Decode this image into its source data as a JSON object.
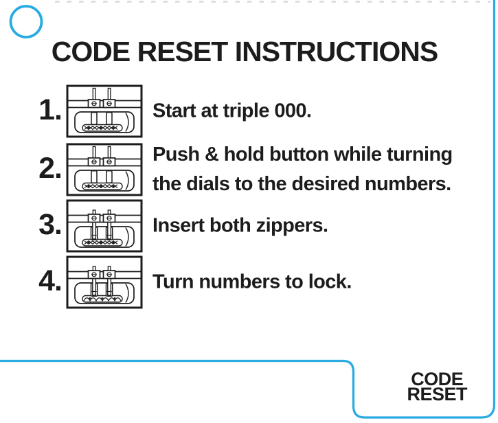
{
  "card": {
    "title": "CODE RESET INSTRUCTIONS",
    "brand_mark": {
      "line1": "CODE",
      "line2": "RESET"
    }
  },
  "steps": [
    {
      "number": "1.",
      "lines": [
        "Start at triple 000."
      ],
      "icon": "lock-dials-at-000"
    },
    {
      "number": "2.",
      "lines": [
        "Push & hold button while turning",
        "the dials to the desired numbers."
      ],
      "icon": "lock-push-button-turn-dials"
    },
    {
      "number": "3.",
      "lines": [
        "Insert both zippers."
      ],
      "icon": "lock-zippers-inserted"
    },
    {
      "number": "4.",
      "lines": [
        "Turn numbers to lock."
      ],
      "icon": "lock-numbers-turned"
    }
  ],
  "colors": {
    "accent_cyan": "#29ABE2",
    "ink": "#1C1C1C"
  }
}
